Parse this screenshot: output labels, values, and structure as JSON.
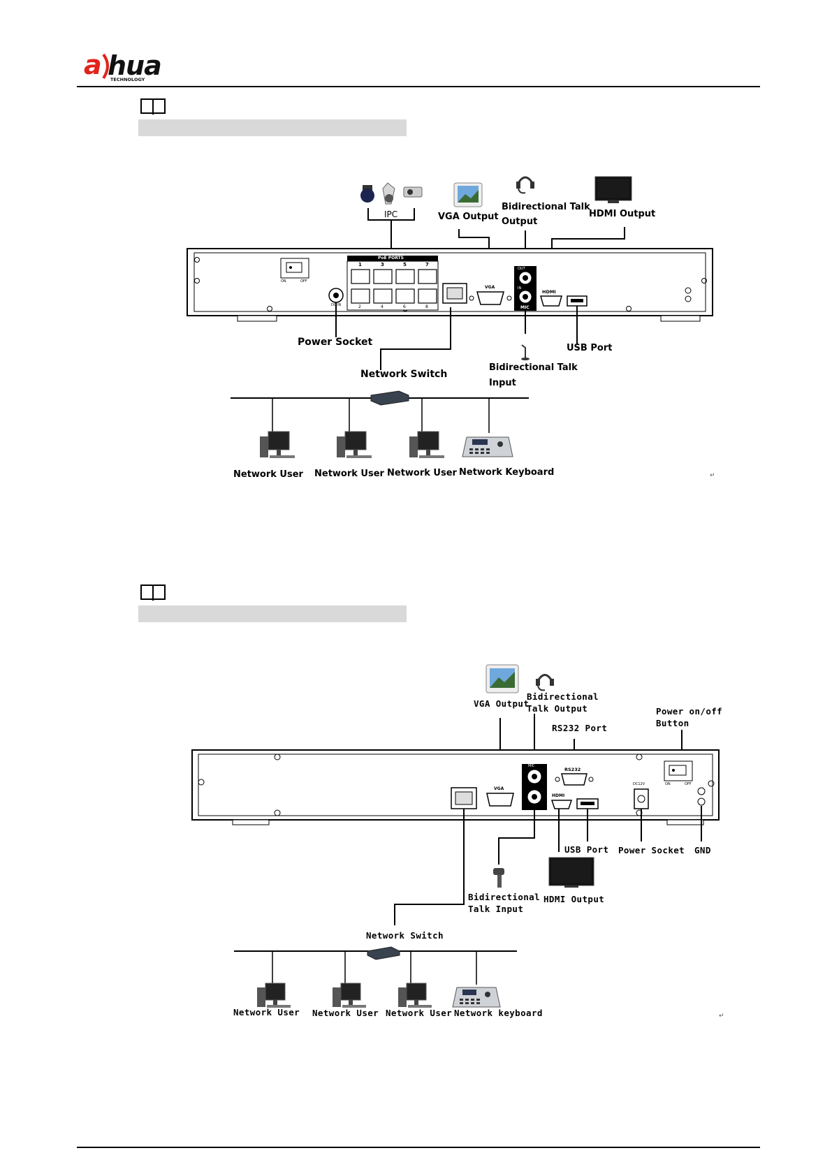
{
  "header": {
    "logo_text": "alhua",
    "logo_subtext": "TECHNOLOGY"
  },
  "diagram1": {
    "labels": {
      "ipc": "IPC",
      "vga_output": "VGA Output",
      "bidirectional_talk_output_l1": "Bidirectional Talk",
      "bidirectional_talk_output_l2": "Output",
      "hdmi_output": "HDMI Output",
      "power_socket": "Power Socket",
      "usb_port": "USB Port",
      "network_switch": "Network Switch",
      "bidirectional_talk_input_l1": "Bidirectional Talk",
      "bidirectional_talk_input_l2": "Input",
      "network_user_1": "Network User",
      "network_user_2": "Network User",
      "network_user_3": "Network User",
      "network_keyboard": "Network Keyboard"
    },
    "panel_text": {
      "poe_ports": "PoE PORTS",
      "port_top": [
        "1",
        "3",
        "5",
        "7"
      ],
      "port_bottom": [
        "2",
        "4",
        "6",
        "8"
      ],
      "on": "ON",
      "off": "OFF",
      "dc_in": "DC IN",
      "vga": "VGA",
      "mic": "MIC",
      "out": "OUT",
      "in": "IN",
      "hdmi": "HDMI"
    },
    "return_mark": "↵"
  },
  "diagram2": {
    "labels": {
      "vga_output": "VGA Output",
      "bidirectional_talk_output_l1": "Bidirectional",
      "bidirectional_talk_output_l2": "Talk Output",
      "rs232_port": "RS232 Port",
      "power_button_l1": "Power on/off",
      "power_button_l2": "Button",
      "usb_port": "USB Port",
      "power_socket": "Power Socket",
      "gnd": "GND",
      "bidirectional_talk_input_l1": "Bidirectional",
      "bidirectional_talk_input_l2": "Talk Input",
      "hdmi_output": "HDMI Output",
      "network_switch": "Network Switch",
      "network_user_1": "Network User",
      "network_user_2": "Network User",
      "network_user_3": "Network User",
      "network_keyboard": "Network keyboard"
    },
    "panel_text": {
      "vga": "VGA",
      "rs232": "RS232",
      "mic": "MIC",
      "hdmi": "HDMI",
      "on": "ON",
      "off": "OFF",
      "dc12v": "DC12V"
    },
    "return_mark": "↵"
  }
}
